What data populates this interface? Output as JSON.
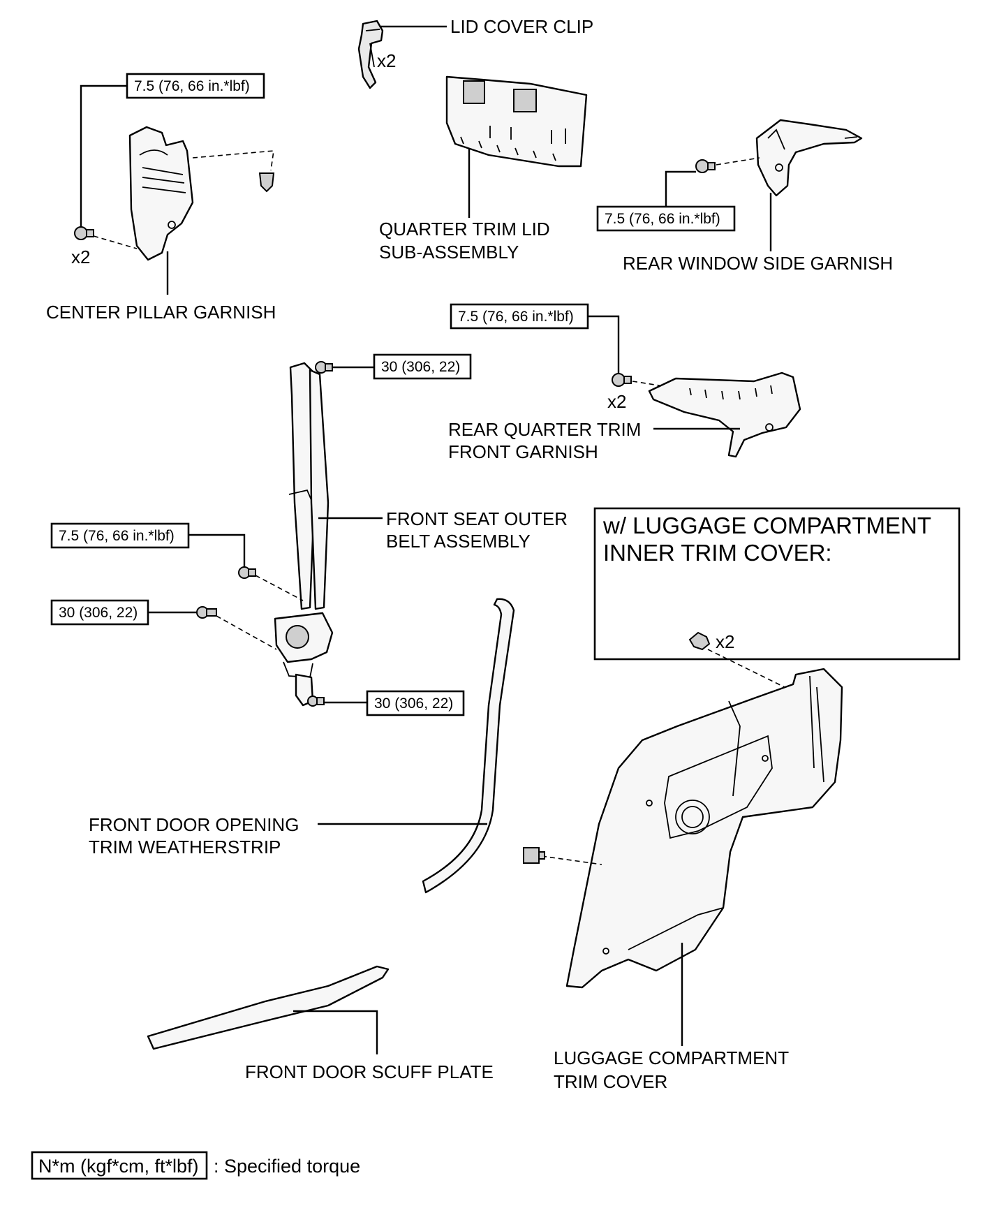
{
  "labels": {
    "lid_cover_clip": "LID COVER CLIP",
    "lid_cover_clip_qty": "x2",
    "quarter_trim_lid_1": "QUARTER TRIM LID",
    "quarter_trim_lid_2": "SUB-ASSEMBLY",
    "rear_window_side_garnish": "REAR WINDOW SIDE GARNISH",
    "center_pillar_garnish": "CENTER PILLAR GARNISH",
    "center_pillar_qty": "x2",
    "rear_quarter_trim_1": "REAR QUARTER TRIM",
    "rear_quarter_trim_2": "FRONT GARNISH",
    "rear_quarter_trim_qty": "x2",
    "front_seat_belt_1": "FRONT SEAT OUTER",
    "front_seat_belt_2": "BELT ASSEMBLY",
    "weatherstrip_1": "FRONT DOOR OPENING",
    "weatherstrip_2": "TRIM WEATHERSTRIP",
    "scuff_plate": "FRONT DOOR SCUFF PLATE",
    "luggage_trim_1": "LUGGAGE COMPARTMENT",
    "luggage_trim_2": "TRIM COVER"
  },
  "torques": {
    "center_pillar": "7.5 (76, 66 in.*lbf)",
    "rear_window": "7.5 (76, 66 in.*lbf)",
    "rear_quarter": "7.5 (76, 66 in.*lbf)",
    "belt_top": "30 (306, 22)",
    "belt_mid": "7.5 (76, 66 in.*lbf)",
    "belt_retractor": "30 (306, 22)",
    "belt_bottom": "30 (306, 22)"
  },
  "inset": {
    "title_1": "w/ LUGGAGE COMPARTMENT",
    "title_2": "INNER TRIM COVER:",
    "qty": "x2"
  },
  "legend": {
    "unit_box": "N*m (kgf*cm, ft*lbf)",
    "description": ": Specified torque"
  }
}
